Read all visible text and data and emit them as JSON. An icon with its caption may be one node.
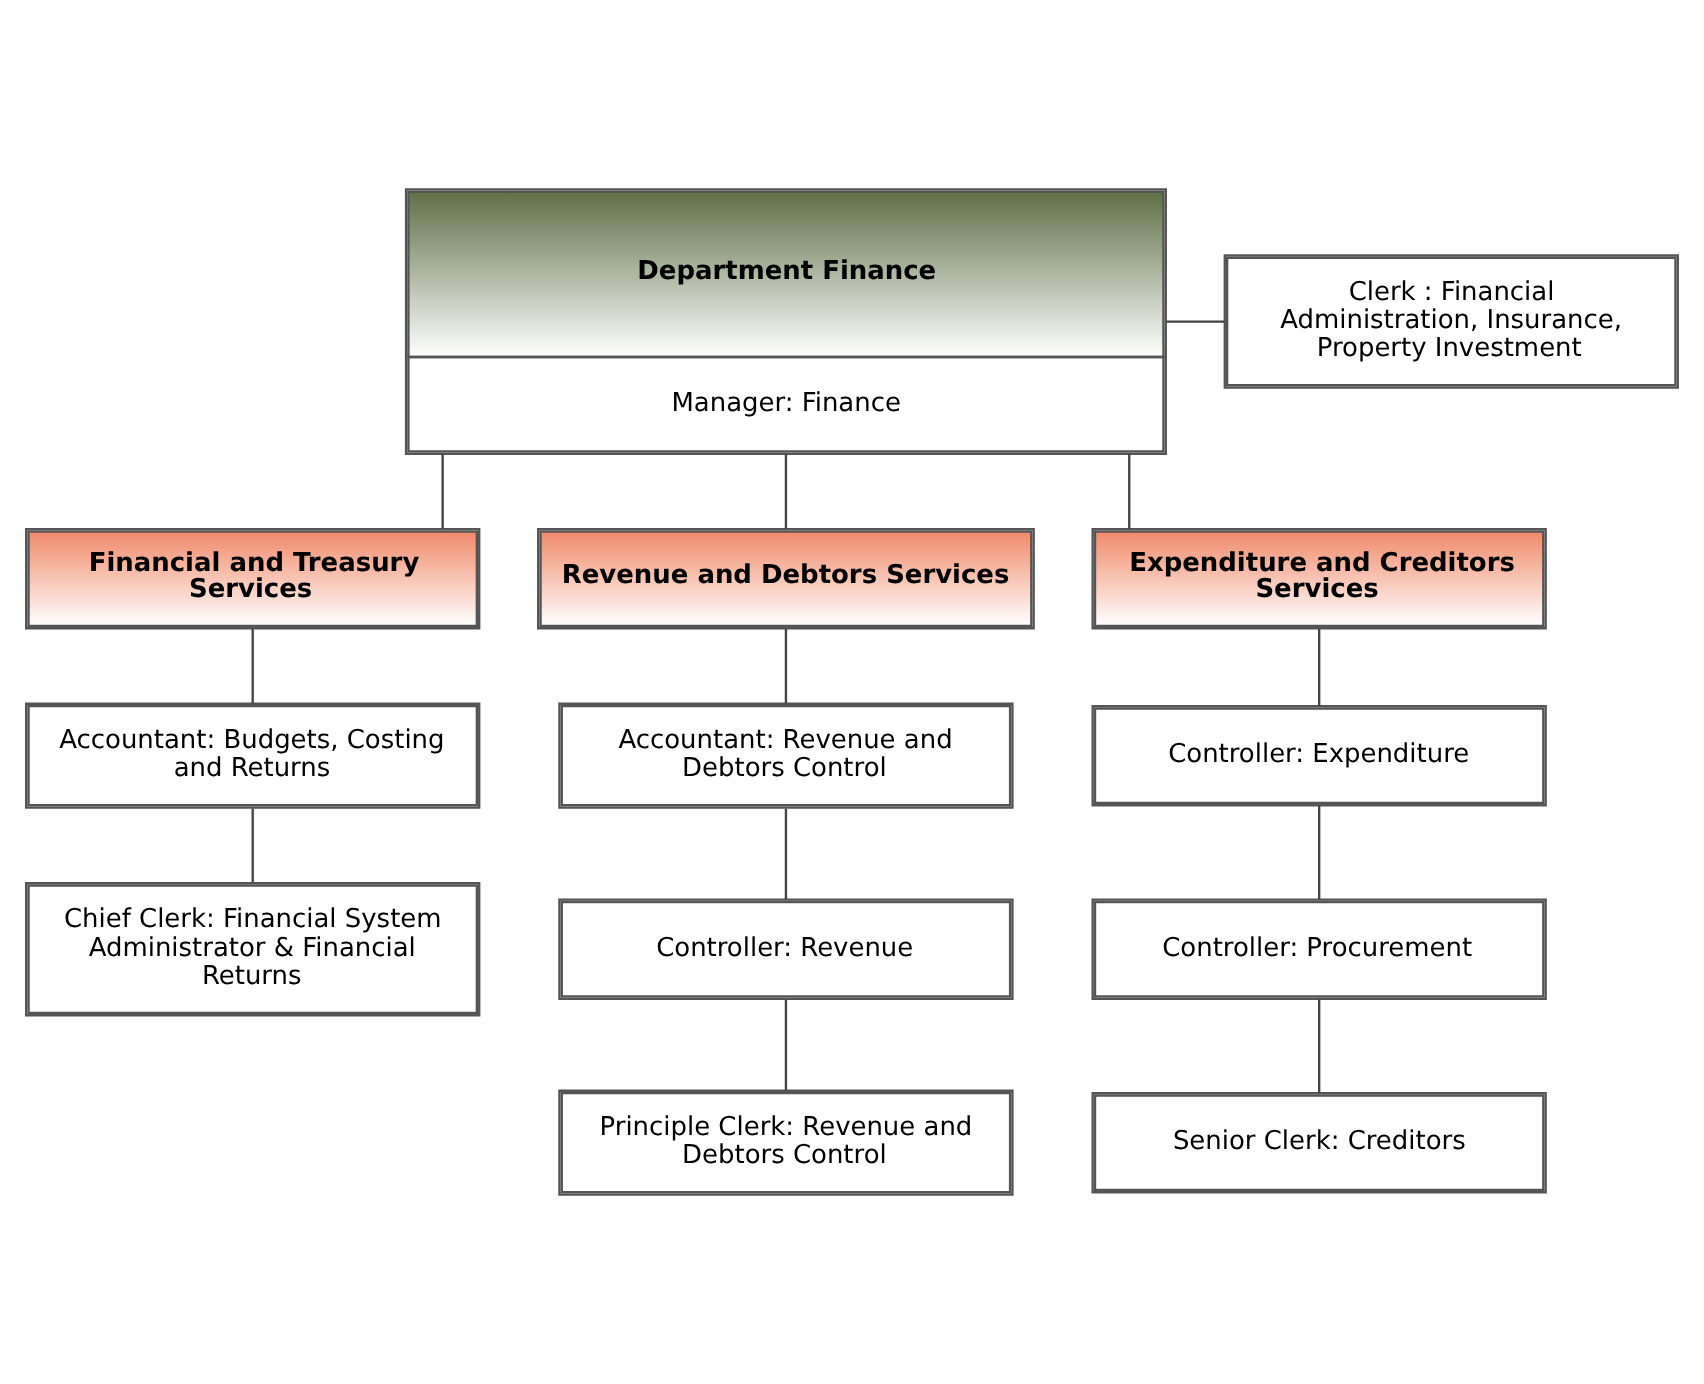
{
  "diagram": {
    "nodes": [
      {
        "text": [
          "Department Finance",
          "Manager: Finance"
        ]
      },
      {
        "text": [
          "Clerk : Financial Administration, Insurance, Property Investment"
        ]
      },
      {
        "text": [
          "Financial and Treasury Services"
        ]
      },
      {
        "text": [
          "Revenue and Debtors Services"
        ]
      },
      {
        "text": [
          "Expenditure and Creditors Services"
        ]
      },
      {
        "text": [
          "Accountant: Budgets, Costing and Returns"
        ]
      },
      {
        "text": [
          "Chief Clerk: Financial System Administrator & Financial Returns"
        ]
      },
      {
        "text": [
          "Accountant: Revenue and Debtors Control"
        ]
      },
      {
        "text": [
          "Controller: Revenue"
        ]
      },
      {
        "text": [
          "Principle Clerk: Revenue and Debtors Control"
        ]
      },
      {
        "text": [
          "Controller: Expenditure"
        ]
      },
      {
        "text": [
          "Controller: Procurement"
        ]
      },
      {
        "text": [
          "Senior Clerk: Creditors"
        ]
      }
    ],
    "edges": [
      {
        "from": 0,
        "to": 1,
        "arrow": "none"
      },
      {
        "from": 0,
        "to": 2,
        "arrow": "none"
      },
      {
        "from": 0,
        "to": 3,
        "arrow": "none"
      },
      {
        "from": 0,
        "to": 4,
        "arrow": "none"
      },
      {
        "from": 2,
        "to": 5,
        "arrow": "none"
      },
      {
        "from": 5,
        "to": 6,
        "arrow": "none"
      },
      {
        "from": 3,
        "to": 7,
        "arrow": "none"
      },
      {
        "from": 7,
        "to": 8,
        "arrow": "none"
      },
      {
        "from": 8,
        "to": 9,
        "arrow": "none"
      },
      {
        "from": 4,
        "to": 10,
        "arrow": "none"
      },
      {
        "from": 10,
        "to": 11,
        "arrow": "none"
      },
      {
        "from": 11,
        "to": 12,
        "arrow": "none"
      }
    ]
  }
}
